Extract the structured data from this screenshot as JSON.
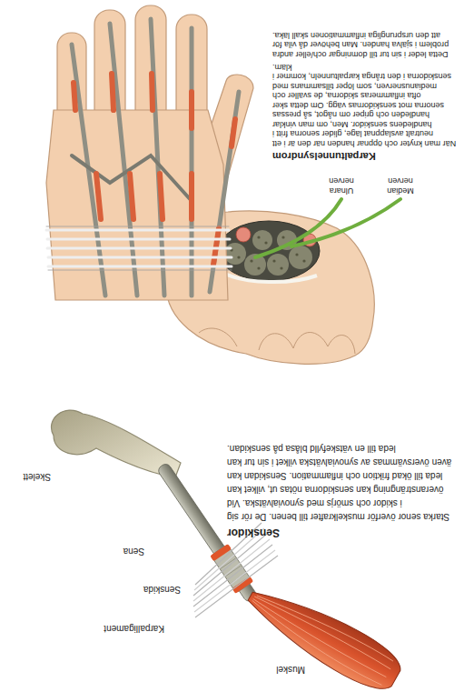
{
  "diagram": {
    "labels": [
      "Muskel",
      "Karpalligament",
      "Senskida",
      "Sena",
      "Skelett",
      "Senskidor",
      "Starka senor överför muskelkrafter till benen. De rör sig i skidor och smörjs med synovialvätska. Vid överansträngning kan senskidorna nötas ut, vilket kan leda till ökad friktion och inflammation. Senskidan kan även översvämmas av synovialvätska vilket i sin tur kan leda till en vätskefylld blåsa på senskidan.",
      "Median nerven",
      "Ulnara nerven",
      "Karpaltunnelsyndrom",
      "När man knyter och öppnar handen när den är i ett neutralt avslappnat läge, glider senorna fritt i handledens senskidor. Men, om man vinklar handleden och griper om något, så pressas senorna mot senskidornas vägg. Om detta sker ofta inflammeras skidorna, de sväller och medianusnerven, som löper tillsammans med senskidorna i den trånga karpaltunneln, kommer i kläm.",
      "Detta leder i sin tur till domningar och/eller andra problem i själva handen. Man behöver då vila för att den ursprungliga inflammationen skall läka."
    ]
  }
}
